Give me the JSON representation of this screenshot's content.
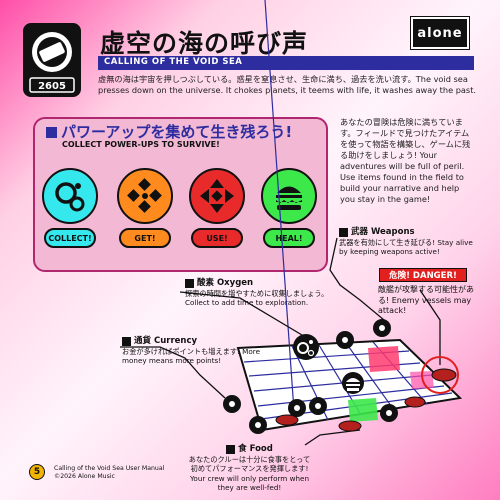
{
  "header": {
    "badge_number": "2605",
    "title_jp": "虚空の海の呼び声",
    "title_en": "CALLING OF THE VOID SEA",
    "logo_text": "alone",
    "intro_text": "虚無の海は宇宙を押しつぶしている。惑星を窒息させ、生命に満ち、過去を洗い流す。The void sea presses down on the universe. It chokes planets, it teems with life, it washes away the past."
  },
  "powerups": {
    "title_jp": "パワーアップを集めて生き残ろう!",
    "subtitle_en": "COLLECT POWER-UPS TO SURVIVE!",
    "items": [
      {
        "label": "COLLECT!",
        "icon": "bubbles-icon",
        "color": "#35e8ee"
      },
      {
        "label": "GET!",
        "icon": "diamond-pattern-icon",
        "color": "#ff8a1e"
      },
      {
        "label": "USE!",
        "icon": "arrows-icon",
        "color": "#e82a2a"
      },
      {
        "label": "HEAL!",
        "icon": "burger-icon",
        "color": "#3ce84a"
      }
    ]
  },
  "right_text": "あなたの冒険は危険に満ちています。フィールドで見つけたアイテムを使って物語を構築し、ゲームに残る助けをしましょう! Your adventures will be full of peril. Use items found in the field to build your narrative and help you stay in the game!",
  "callouts": {
    "weapons": {
      "title": "武器 Weapons",
      "body": "武器を有効にして生き延びる! Stay alive by keeping weapons active!"
    },
    "danger": {
      "label": "危険! DANGER!",
      "body": "敵艦が攻撃する可能性がある! Enemy vessels may attack!"
    },
    "oxygen": {
      "title": "酸素 Oxygen",
      "body": "探索の時間を増やすために収集しましょう。Collect to add time to exploration."
    },
    "currency": {
      "title": "通貨 Currency",
      "body": "お金が多ければポイントも増えます! More money means more points!"
    },
    "food": {
      "title": "食 Food",
      "body": "あなたのクルーは十分に食事をとって初めてパフォーマンスを発揮します! Your crew will only perform when they are well-fed!"
    }
  },
  "footer": {
    "page_number": "5",
    "line1": "Calling of the Void Sea User Manual",
    "line2": "©2026 Alone Music"
  },
  "colors": {
    "accent_blue": "#2d2da0",
    "panel_pink": "#f3b8d3",
    "danger_red": "#e32020",
    "page_num_yellow": "#f2b400"
  }
}
